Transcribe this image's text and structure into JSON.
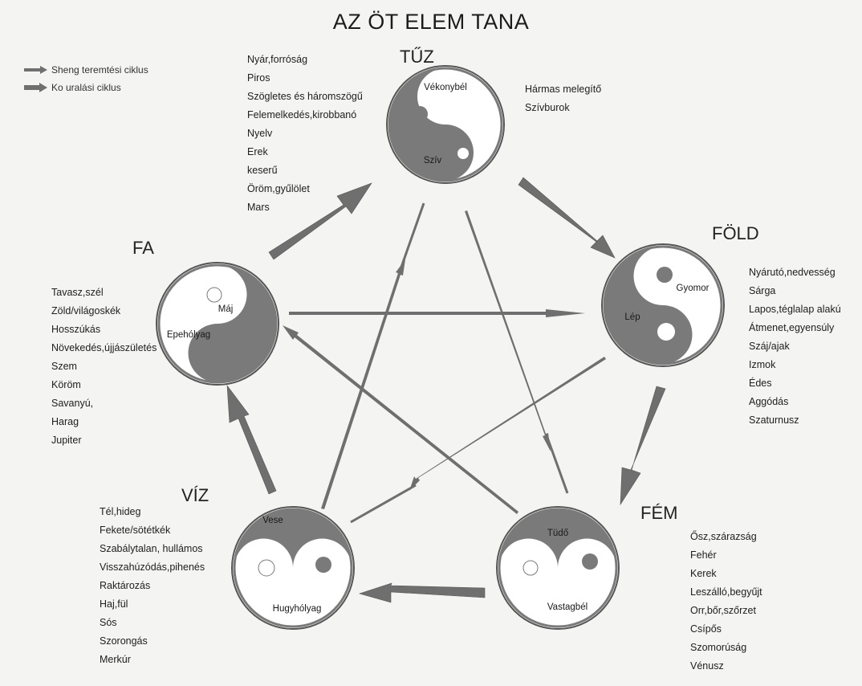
{
  "title": "AZ ÖT ELEM TANA",
  "legend": {
    "sheng": "Sheng teremtési ciklus",
    "ko": "Ko uralási ciklus"
  },
  "colors": {
    "dark": "#7a7a7a",
    "light": "#ffffff",
    "arrow": "#6f6f6f",
    "outline": "#555555"
  },
  "elements": {
    "tuz": {
      "name": "TŰZ",
      "organ_top": "Vékonybél",
      "organ_bottom": "Szív",
      "attributes": [
        "Nyár,forróság",
        "Piros",
        "Szögletes és háromszögű",
        "Felemelkedés,kirobbanó",
        "Nyelv",
        "Erek",
        "keserű",
        "Öröm,gyűlölet",
        "Mars"
      ],
      "extra": [
        "Hármas melegítő",
        "Szívburok"
      ]
    },
    "fold": {
      "name": "FÖLD",
      "organ_top": "Gyomor",
      "organ_bottom": "Lép",
      "attributes": [
        "Nyárutó,nedvesség",
        "Sárga",
        "Lapos,téglalap alakú",
        "Átmenet,egyensúly",
        "Száj/ajak",
        "Izmok",
        "Édes",
        "Aggódás",
        "Szaturnusz"
      ]
    },
    "fem": {
      "name": "FÉM",
      "organ_top": "Tüdő",
      "organ_bottom": "Vastagbél",
      "attributes": [
        "Ősz,szárazság",
        "Fehér",
        "Kerek",
        "Leszálló,begyűjt",
        "Orr,bőr,szőrzet",
        "Csípős",
        "Szomorúság",
        "Vénusz"
      ]
    },
    "viz": {
      "name": "VÍZ",
      "organ_top": "Vese",
      "organ_bottom": "Hugyhólyag",
      "attributes": [
        "Tél,hideg",
        "Fekete/sötétkék",
        "Szabálytalan, hullámos",
        "Visszahúzódás,pihenés",
        "Raktározás",
        "Haj,fül",
        "Sós",
        "Szorongás",
        "Merkúr"
      ]
    },
    "fa": {
      "name": "FA",
      "organ_top": "Máj",
      "organ_bottom": "Epehólyag",
      "attributes": [
        "Tavasz,szél",
        "Zöld/világoskék",
        "Hosszúkás",
        "Növekedés,újjászületés",
        "Szem",
        "Köröm",
        "Savanyú,",
        "Harag",
        "Jupiter"
      ]
    }
  }
}
